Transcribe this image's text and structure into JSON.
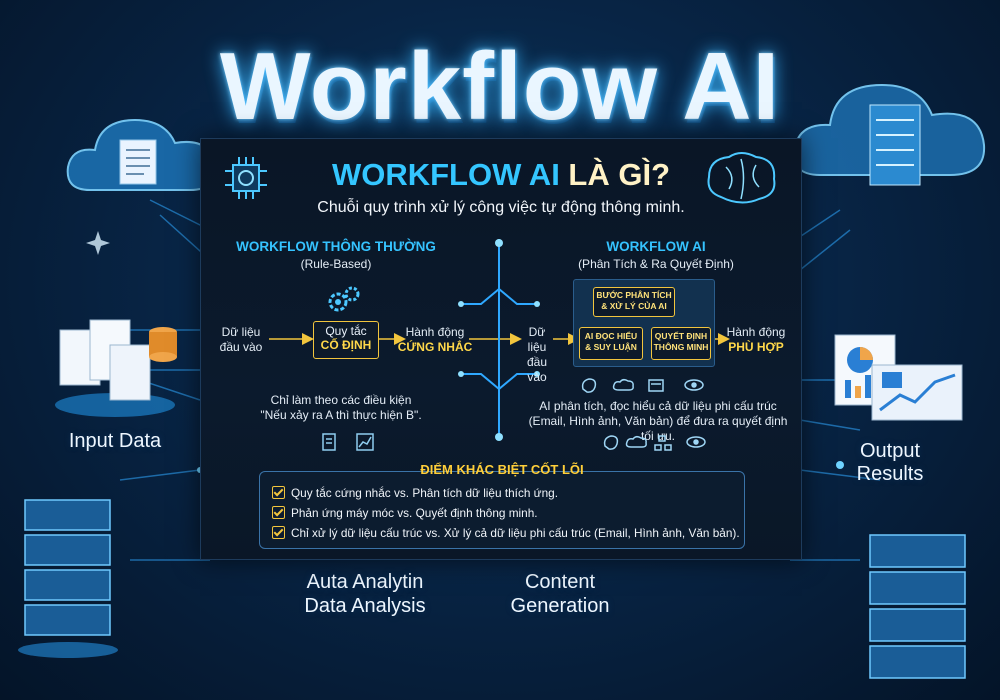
{
  "title": "Workflow AI",
  "panel": {
    "title_accent": "WORKFLOW AI",
    "title_rest": " LÀ GÌ?",
    "subtitle": "Chuỗi quy trình xử lý công việc tự động thông minh.",
    "left": {
      "heading": "WORKFLOW THÔNG THƯỜNG",
      "subheading": "(Rule-Based)",
      "input_line1": "Dữ liệu",
      "input_line2": "đầu vào",
      "box_line1": "Quy tắc",
      "box_line2": "CỐ ĐỊNH",
      "output_line1": "Hành động",
      "output_line2": "CỨNG NHẮC",
      "note_line1": "Chỉ làm theo các điều kiện",
      "note_line2": "\"Nếu xảy ra A thì thực hiện B\"."
    },
    "right": {
      "heading": "WORKFLOW AI",
      "subheading": "(Phân Tích & Ra Quyết Định)",
      "input_line1": "Dữ liệu",
      "input_line2": "đầu vào",
      "step1_line1": "BƯỚC PHÂN TÍCH",
      "step1_line2": "& XỬ LÝ CỦA AI",
      "step2_line1": "AI ĐỌC HIỂU",
      "step2_line2": "& SUY LUẬN",
      "step3_line1": "QUYẾT ĐỊNH",
      "step3_line2": "THÔNG MINH",
      "output_line1": "Hành động",
      "output_line2": "PHÙ HỢP",
      "note_line1": "AI phân tích, đọc hiểu cả dữ liệu phi cấu trúc",
      "note_line2": "(Email, Hình ảnh, Văn bản) để đưa ra quyết định tối ưu."
    },
    "differences": {
      "title": "ĐIỂM KHÁC BIỆT CỐT LÕI",
      "rows": [
        "Quy tắc cứng nhắc  vs.   Phân tích dữ liệu thích ứng.",
        "Phản ứng máy móc vs.   Quyết định thông minh.",
        "Chỉ xử lý dữ liệu cấu trúc vs.  Xử lý cả dữ liệu phi cấu trúc (Email, Hình ảnh, Văn bản)."
      ]
    }
  },
  "side": {
    "input_data": "Input Data",
    "output_line1": "Output",
    "output_line2": "Results",
    "analysis_line1": "Auta Analytin",
    "analysis_line2": "Data Analysis",
    "content_line1": "Content",
    "content_line2": "Generation"
  },
  "colors": {
    "accent": "#34c6ff",
    "highlight": "#ffd84a",
    "background": "#082546"
  },
  "icons": [
    "cloud-icon",
    "server-icon",
    "document-icon",
    "brain-icon",
    "chip-icon",
    "gears-icon",
    "chart-icon",
    "eye-icon",
    "sparkle-icon"
  ]
}
